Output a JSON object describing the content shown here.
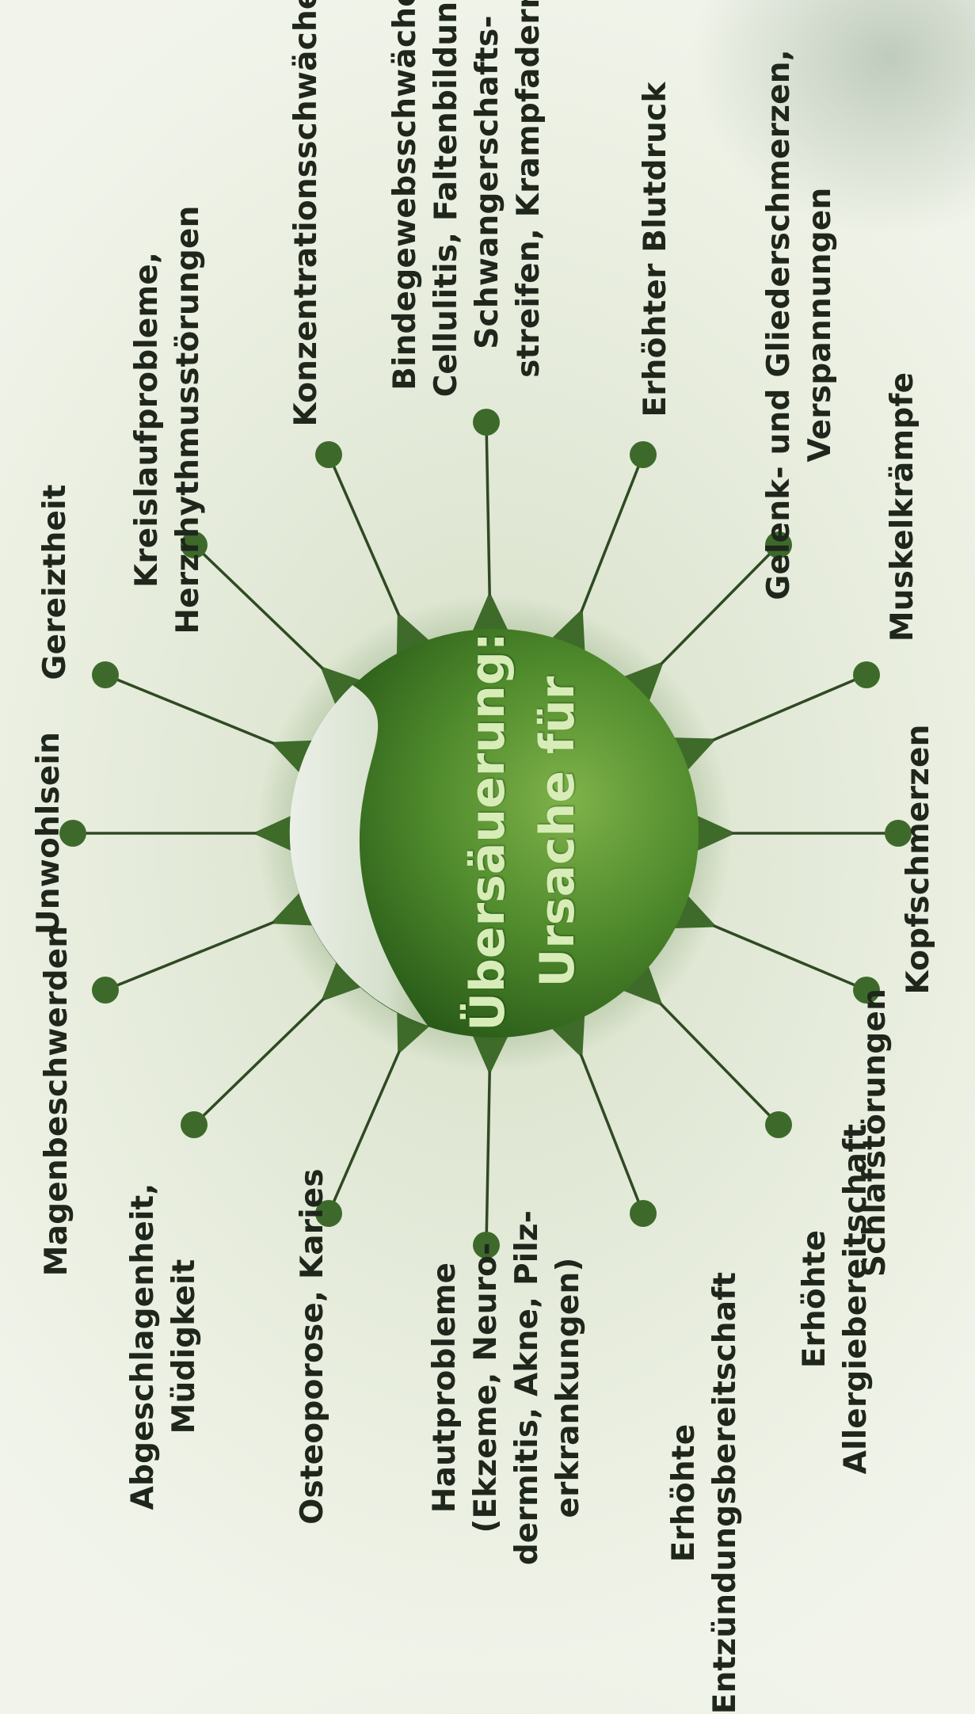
{
  "center": {
    "line1": "Übersäuerung:",
    "line2": "Ursache für"
  },
  "symptoms": [
    {
      "text": "Unwohlsein"
    },
    {
      "text": "Gereiztheit"
    },
    {
      "text": "Kreislaufprobleme,\nHerzrhythmusstörungen"
    },
    {
      "text": "Konzentrationsschwäche"
    },
    {
      "text": "Bindegewebsschwäche,\nCellulitis, Faltenbildung,\nSchwangerschafts-\nstreifen, Krampfadern"
    },
    {
      "text": "Erhöhter Blutdruck"
    },
    {
      "text": "Gelenk- und Gliederschmerzen,\nVerspannungen"
    },
    {
      "text": "Muskelkrämpfe"
    },
    {
      "text": "Kopfschmerzen"
    },
    {
      "text": "Schlafstörungen"
    },
    {
      "text": "Erhöhte\nAllergiebereitschaft"
    },
    {
      "text": "Erhöhte\nEntzündungsbereitschaft"
    },
    {
      "text": "Hautprobleme\n(Ekzeme, Neuro-\ndermitis, Akne, Pilz-\nerkrankungen)"
    },
    {
      "text": "Osteoporose, Karies"
    },
    {
      "text": "Abgeschlagenheit,\nMüdigkeit"
    },
    {
      "text": "Magenbeschwerden"
    }
  ]
}
